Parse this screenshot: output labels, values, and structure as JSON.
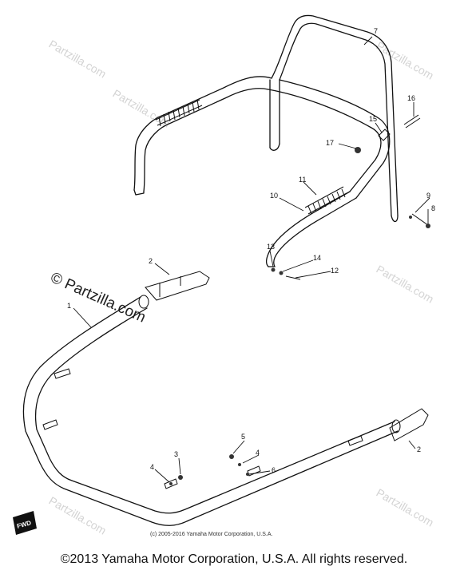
{
  "watermark": {
    "brand": "Partzilla.com",
    "main_text": "© Partzilla.com"
  },
  "diagram": {
    "part_labels": {
      "p1": "1",
      "p2a": "2",
      "p2b": "2",
      "p3": "3",
      "p4a": "4",
      "p4b": "4",
      "p5": "5",
      "p6": "6",
      "p7": "7",
      "p8": "8",
      "p9": "9",
      "p10": "10",
      "p11": "11",
      "p12": "12",
      "p13": "13",
      "p14": "14",
      "p15": "15",
      "p16": "16",
      "p17": "17"
    },
    "fwd_badge": "FWD",
    "inner_copyright": "(c) 2005-2016 Yamaha Motor Corporation, U.S.A."
  },
  "footer": {
    "copyright": "©2013 Yamaha Motor Corporation, U.S.A. All rights reserved."
  }
}
